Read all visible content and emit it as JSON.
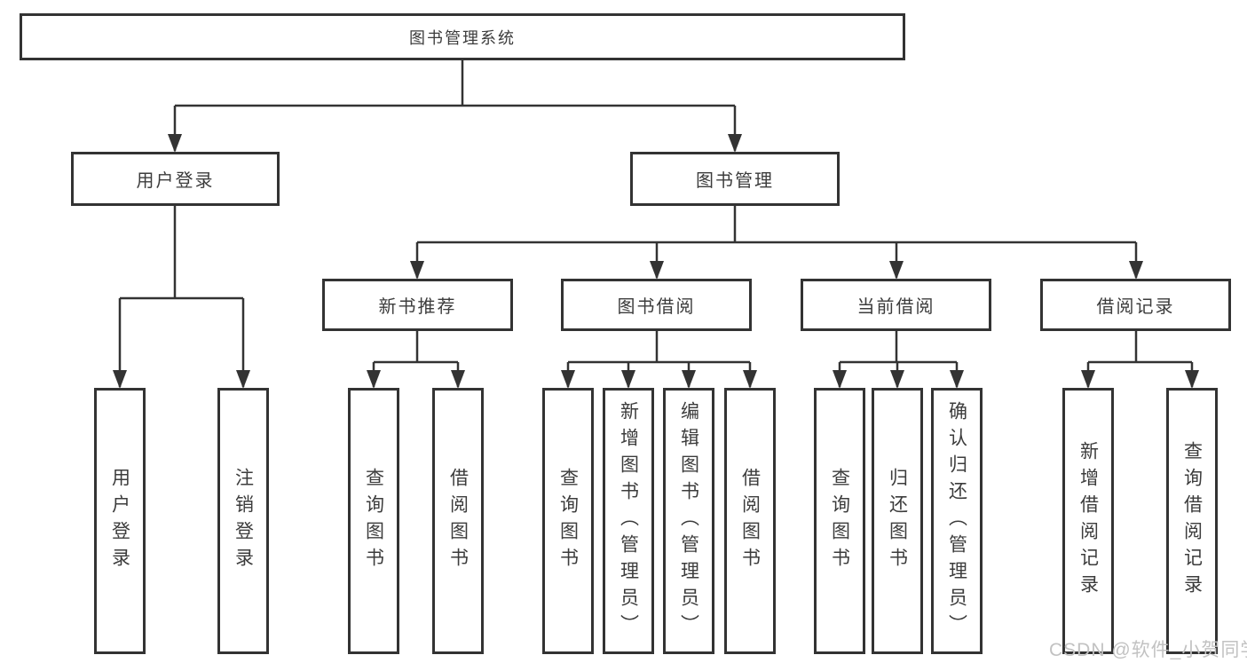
{
  "palette": {
    "line": "#333333",
    "box_border": "#333333",
    "box_fill": "#ffffff",
    "text": "#3c3c3c",
    "watermark": "#c2c2c2",
    "background": "#ffffff"
  },
  "diagram": {
    "type": "tree",
    "root": {
      "label": "图书管理系统"
    },
    "level2": [
      {
        "label": "用户登录",
        "parent": "图书管理系统"
      },
      {
        "label": "图书管理",
        "parent": "图书管理系统"
      }
    ],
    "level3": [
      {
        "label": "新书推荐",
        "parent": "图书管理"
      },
      {
        "label": "图书借阅",
        "parent": "图书管理"
      },
      {
        "label": "当前借阅",
        "parent": "图书管理"
      },
      {
        "label": "借阅记录",
        "parent": "图书管理"
      }
    ],
    "leaves": [
      {
        "label": "用户登录",
        "parent": "用户登录"
      },
      {
        "label": "注销登录",
        "parent": "用户登录"
      },
      {
        "label": "查询图书",
        "parent": "新书推荐"
      },
      {
        "label": "借阅图书",
        "parent": "新书推荐"
      },
      {
        "label": "查询图书",
        "parent": "图书借阅"
      },
      {
        "label": "新增图书（管理员）",
        "parent": "图书借阅"
      },
      {
        "label": "编辑图书（管理员）",
        "parent": "图书借阅"
      },
      {
        "label": "借阅图书",
        "parent": "图书借阅"
      },
      {
        "label": "查询图书",
        "parent": "当前借阅"
      },
      {
        "label": "归还图书",
        "parent": "当前借阅"
      },
      {
        "label": "确认归还（管理员）",
        "parent": "当前借阅"
      },
      {
        "label": "新增借阅记录",
        "parent": "借阅记录"
      },
      {
        "label": "查询借阅记录",
        "parent": "借阅记录"
      }
    ]
  },
  "watermark": {
    "text": "CSDN @软件_小贺同学"
  }
}
